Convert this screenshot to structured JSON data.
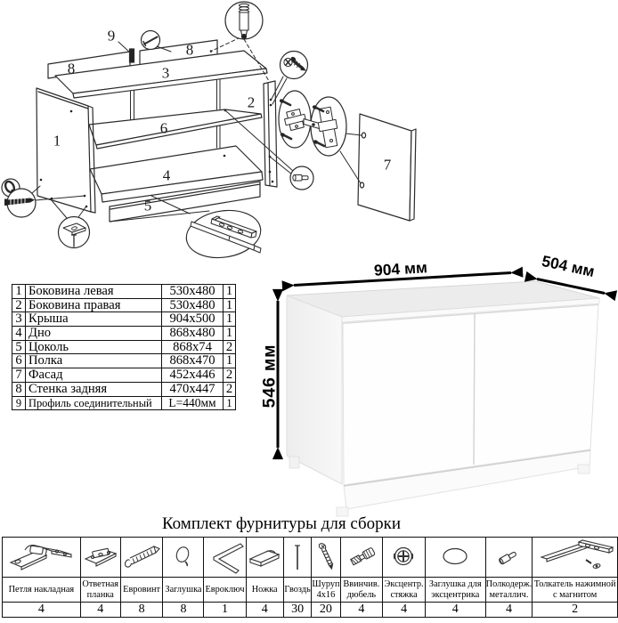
{
  "diagram": {
    "part_labels": [
      {
        "text": "1"
      },
      {
        "text": "2"
      },
      {
        "text": "3"
      },
      {
        "text": "4"
      },
      {
        "text": "5"
      },
      {
        "text": "6"
      },
      {
        "text": "7"
      },
      {
        "text": "8"
      },
      {
        "text": "8"
      },
      {
        "text": "9"
      }
    ]
  },
  "dimensions": {
    "width": "904 мм",
    "depth": "504 мм",
    "height": "546 мм"
  },
  "parts_table": {
    "rows": [
      {
        "num": "1",
        "name": "Боковина левая",
        "size": "530x480",
        "qty": "1"
      },
      {
        "num": "2",
        "name": "Боковина правая",
        "size": "530x480",
        "qty": "1"
      },
      {
        "num": "3",
        "name": "Крыша",
        "size": "904x500",
        "qty": "1"
      },
      {
        "num": "4",
        "name": "Дно",
        "size": "868x480",
        "qty": "1"
      },
      {
        "num": "5",
        "name": "Цоколь",
        "size": "868x74",
        "qty": "2"
      },
      {
        "num": "6",
        "name": "Полка",
        "size": "868x470",
        "qty": "1"
      },
      {
        "num": "7",
        "name": "Фасад",
        "size": "452x446",
        "qty": "2"
      },
      {
        "num": "8",
        "name": "Стенка задняя",
        "size": "470x447",
        "qty": "2"
      },
      {
        "num": "9",
        "name": "Профиль соединительный",
        "size": "L=440мм",
        "qty": "1"
      }
    ]
  },
  "hardware": {
    "title": "Комплект фурнитуры для сборки",
    "items": [
      {
        "name": "Петля накладная",
        "qty": "4"
      },
      {
        "name": "Ответная планка",
        "qty": "4"
      },
      {
        "name": "Евровинт",
        "qty": "8"
      },
      {
        "name": "Заглушка",
        "qty": "8"
      },
      {
        "name": "Евроключ",
        "qty": "1"
      },
      {
        "name": "Ножка",
        "qty": "4"
      },
      {
        "name": "Гвоздь",
        "qty": "30"
      },
      {
        "name": "Шуруп 4х16",
        "qty": "20"
      },
      {
        "name": "Ввинчив. дюбель",
        "qty": "4"
      },
      {
        "name": "Эксцентр. стяжка",
        "qty": "4"
      },
      {
        "name": "Заглушка для эксцентрика",
        "qty": "4"
      },
      {
        "name": "Полкодерж. металлич.",
        "qty": "4"
      },
      {
        "name": "Толкатель нажимной с магнитом",
        "qty": "2"
      }
    ]
  }
}
